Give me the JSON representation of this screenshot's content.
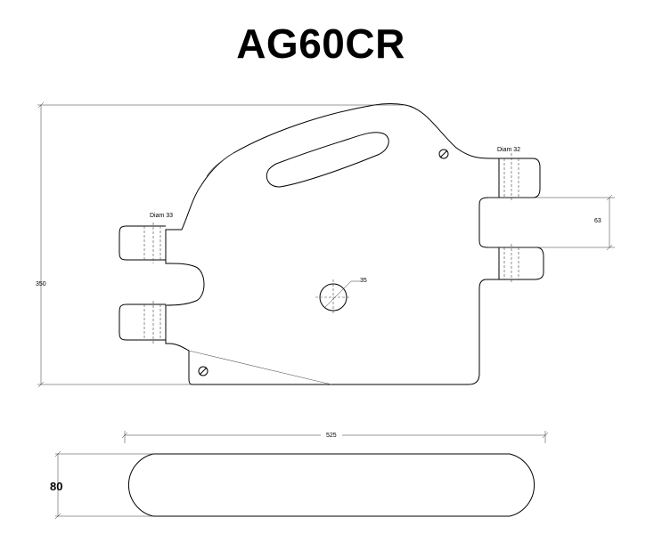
{
  "title": "AG60CR",
  "dimensions": {
    "height": "350",
    "width": "525",
    "thickness": "80",
    "slot_gap": "63",
    "hole_diameter": "35",
    "left_pin_label": "Diam 33",
    "right_pin_label": "Diam 32"
  }
}
